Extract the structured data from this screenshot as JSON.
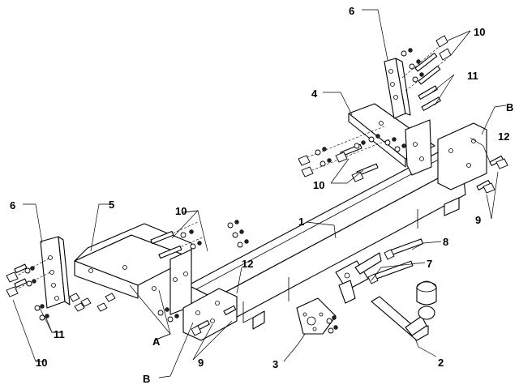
{
  "labels": {
    "l1": "1",
    "l2": "2",
    "l3": "3",
    "l4": "4",
    "l5": "5",
    "l6_top": "6",
    "l6_left": "6",
    "l7": "7",
    "l8": "8",
    "l9_right": "9",
    "l9_bottom": "9",
    "l10_top": "10",
    "l10_mid": "10",
    "l10_center": "10",
    "l10_bottom": "10",
    "l11_top": "11",
    "l11_left": "11",
    "l12_right": "12",
    "l12_center": "12",
    "lA": "A",
    "lB_right": "B",
    "lB_bottom": "B"
  }
}
